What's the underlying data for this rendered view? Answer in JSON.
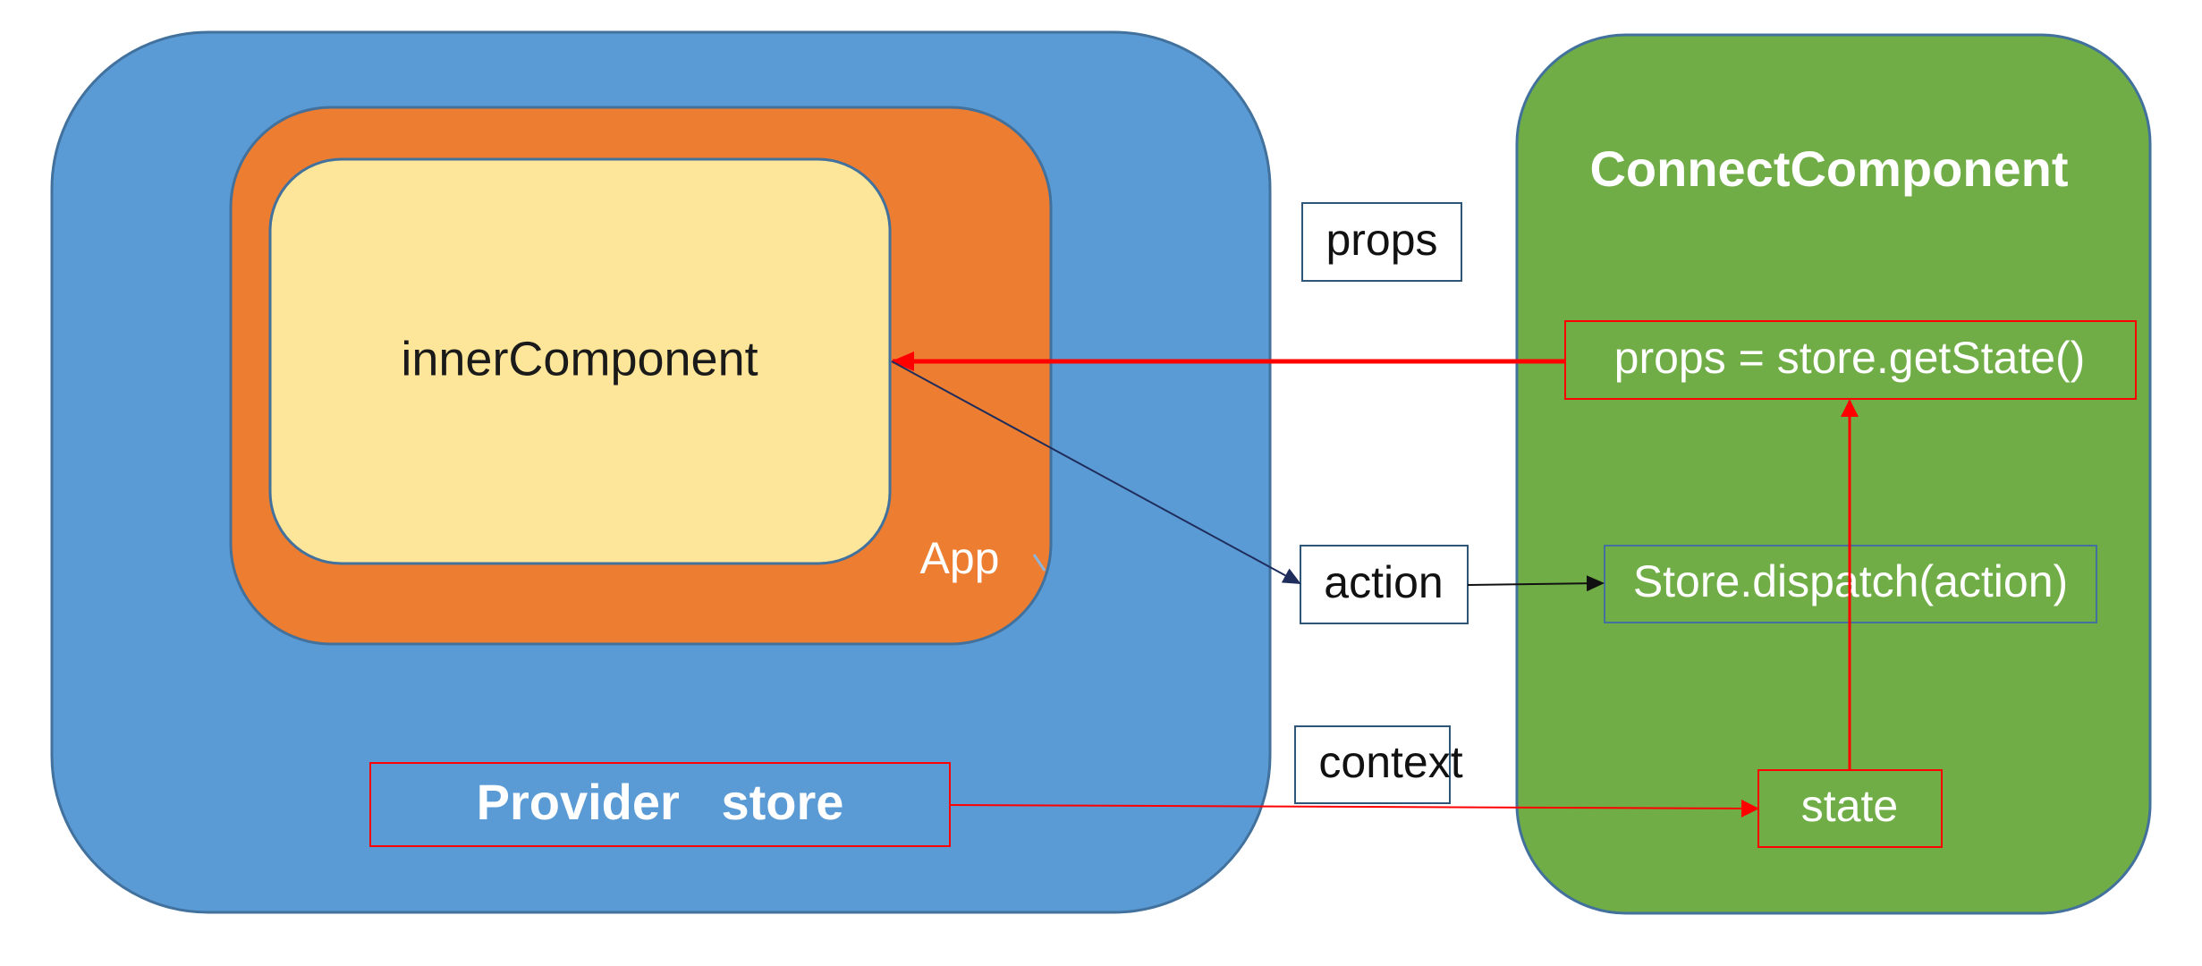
{
  "diagram": {
    "app_label": "App",
    "inner_component_label": "innerComponent",
    "provider_label": "Provider   store",
    "connect_title": "ConnectComponent",
    "props_state_label": "props = store.getState()",
    "dispatch_label": "Store.dispatch(action)",
    "state_label": "state",
    "props_edge_label": "props",
    "action_label": "action",
    "context_label": "context"
  },
  "colors": {
    "provider_fill": "#5b9bd5",
    "provider_border": "#41719c",
    "app_fill": "#ed7d31",
    "inner_fill": "#fde699",
    "connect_fill": "#70ad47",
    "connect_border": "#507e32",
    "red": "#ff0000",
    "dark_navy": "#1f2d5c",
    "label_border": "#2e5678"
  }
}
